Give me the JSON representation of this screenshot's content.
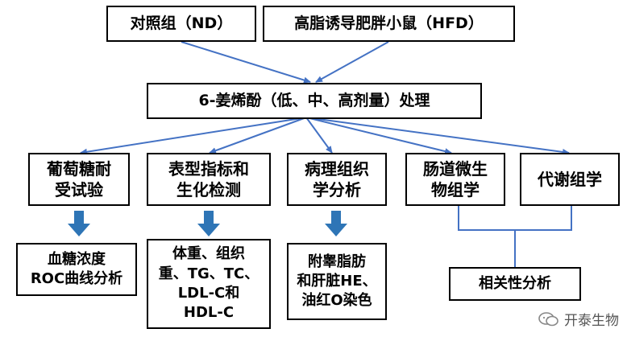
{
  "top_boxes": {
    "control": "对照组（ND）",
    "hfd": "高脂诱导肥胖小鼠（HFD）"
  },
  "treatment": "6-姜烯酚（低、中、高剂量）处理",
  "branches": {
    "glucose": [
      "葡萄糖耐",
      "受试验"
    ],
    "phenotype": [
      "表型指标和",
      "生化检测"
    ],
    "pathology": [
      "病理组织",
      "学分析"
    ],
    "microbiome": [
      "肠道微生",
      "物组学"
    ],
    "metabolomics": "代谢组学"
  },
  "results": {
    "glucose": [
      "血糖浓度",
      "ROC曲线分析"
    ],
    "phenotype": [
      "体重、组织",
      "重、TG、TC、",
      "LDL-C和",
      "HDL-C"
    ],
    "pathology": [
      "附睾脂肪",
      "和肝脏HE、",
      "油红O染色"
    ],
    "correlation": "相关性分析"
  },
  "watermark": "开泰生物",
  "colors": {
    "line": "#4472c4",
    "down_arrow": "#2e75b6"
  }
}
